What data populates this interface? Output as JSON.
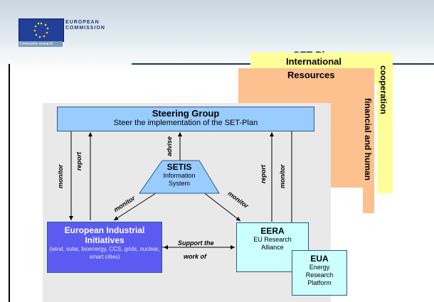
{
  "header": {
    "logo_text": "EUROPEAN\nCOMMISSION",
    "tagline": "Community research",
    "title": "SET Plan measures"
  },
  "notes": {
    "international": "International",
    "resources": "Resources",
    "cooperation": "cooperation",
    "financial": "financial and human"
  },
  "steering": {
    "title": "Steering Group",
    "subtitle": "Steer the implementation of the SET-Plan"
  },
  "setis": {
    "title": "SETIS",
    "subtitle": "Information System"
  },
  "eii": {
    "title": "European Industrial Initiatives",
    "subtitle": "(wind, solar, bioenergy, CCS, grids, nuclear, smart cities)"
  },
  "eera": {
    "title": "EERA",
    "subtitle": "EU Research Alliance"
  },
  "eua": {
    "title": "EUA",
    "subtitle": "Energy Research Platform"
  },
  "labels": {
    "monitor": "monitor",
    "report": "report",
    "advise": "advise",
    "support_line1": "Support the",
    "support_line2": "work of"
  },
  "colors": {
    "title": "#17375e",
    "steering": "#99ccff",
    "eii": "#5b5bf2",
    "eera": "#ccffff"
  }
}
